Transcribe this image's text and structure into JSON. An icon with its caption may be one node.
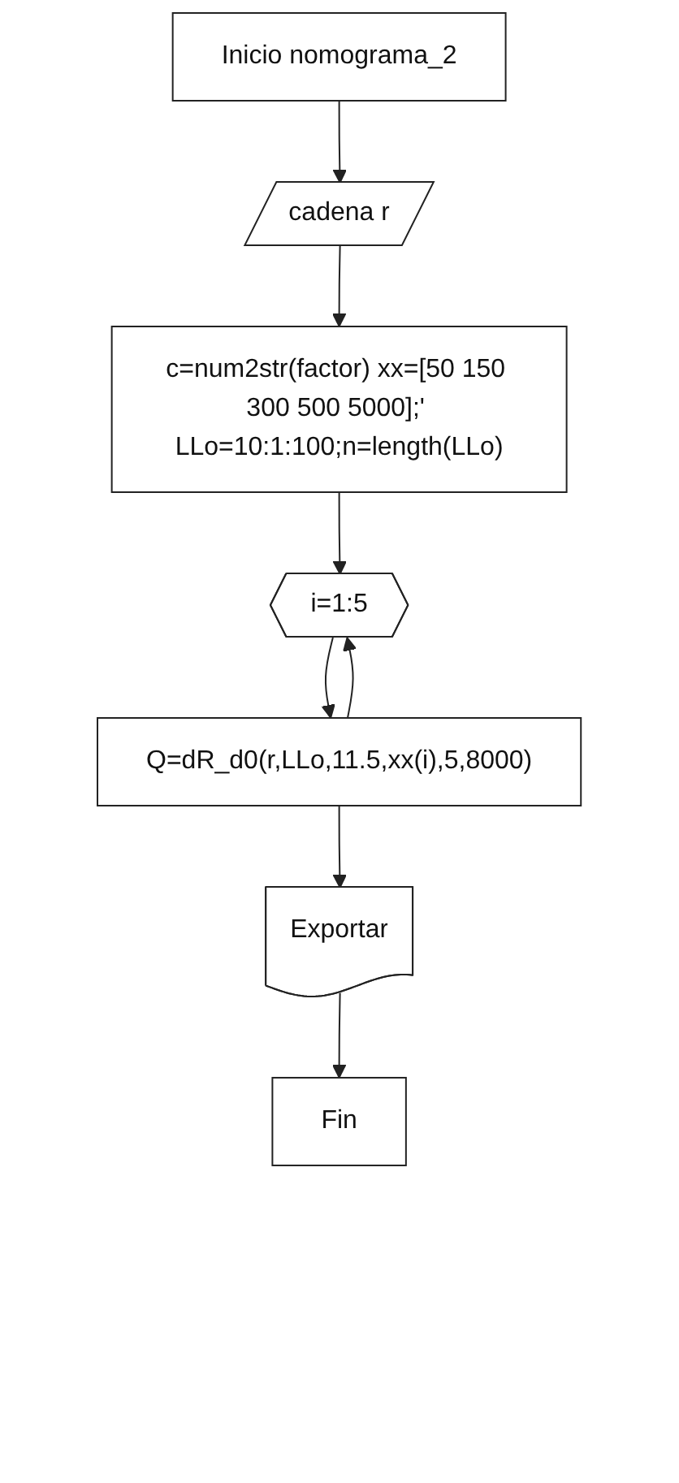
{
  "diagram": {
    "nodes": [
      {
        "text": [
          "Inicio nomograma_2"
        ]
      },
      {
        "text": [
          "cadena r"
        ]
      },
      {
        "text": [
          "c=num2str(factor) xx=[50 150 300 500 5000];' LLo=10:1:100;n=length(LLo)"
        ]
      },
      {
        "text": [
          "i=1:5"
        ]
      },
      {
        "text": [
          "Q=dR_d0(r,LLo,11.5,xx(i),5,8000)"
        ]
      },
      {
        "text": [
          "Exportar"
        ]
      },
      {
        "text": [
          "Fin"
        ]
      }
    ],
    "edges": [
      {
        "from": 0,
        "to": 1,
        "arrow": "to"
      },
      {
        "from": 1,
        "to": 2,
        "arrow": "to"
      },
      {
        "from": 2,
        "to": 3,
        "arrow": "to"
      },
      {
        "from": 3,
        "to": 4,
        "arrow": "to"
      },
      {
        "from": 4,
        "to": 3,
        "arrow": "to"
      },
      {
        "from": 4,
        "to": 5,
        "arrow": "to"
      },
      {
        "from": 5,
        "to": 6,
        "arrow": "to"
      }
    ]
  }
}
